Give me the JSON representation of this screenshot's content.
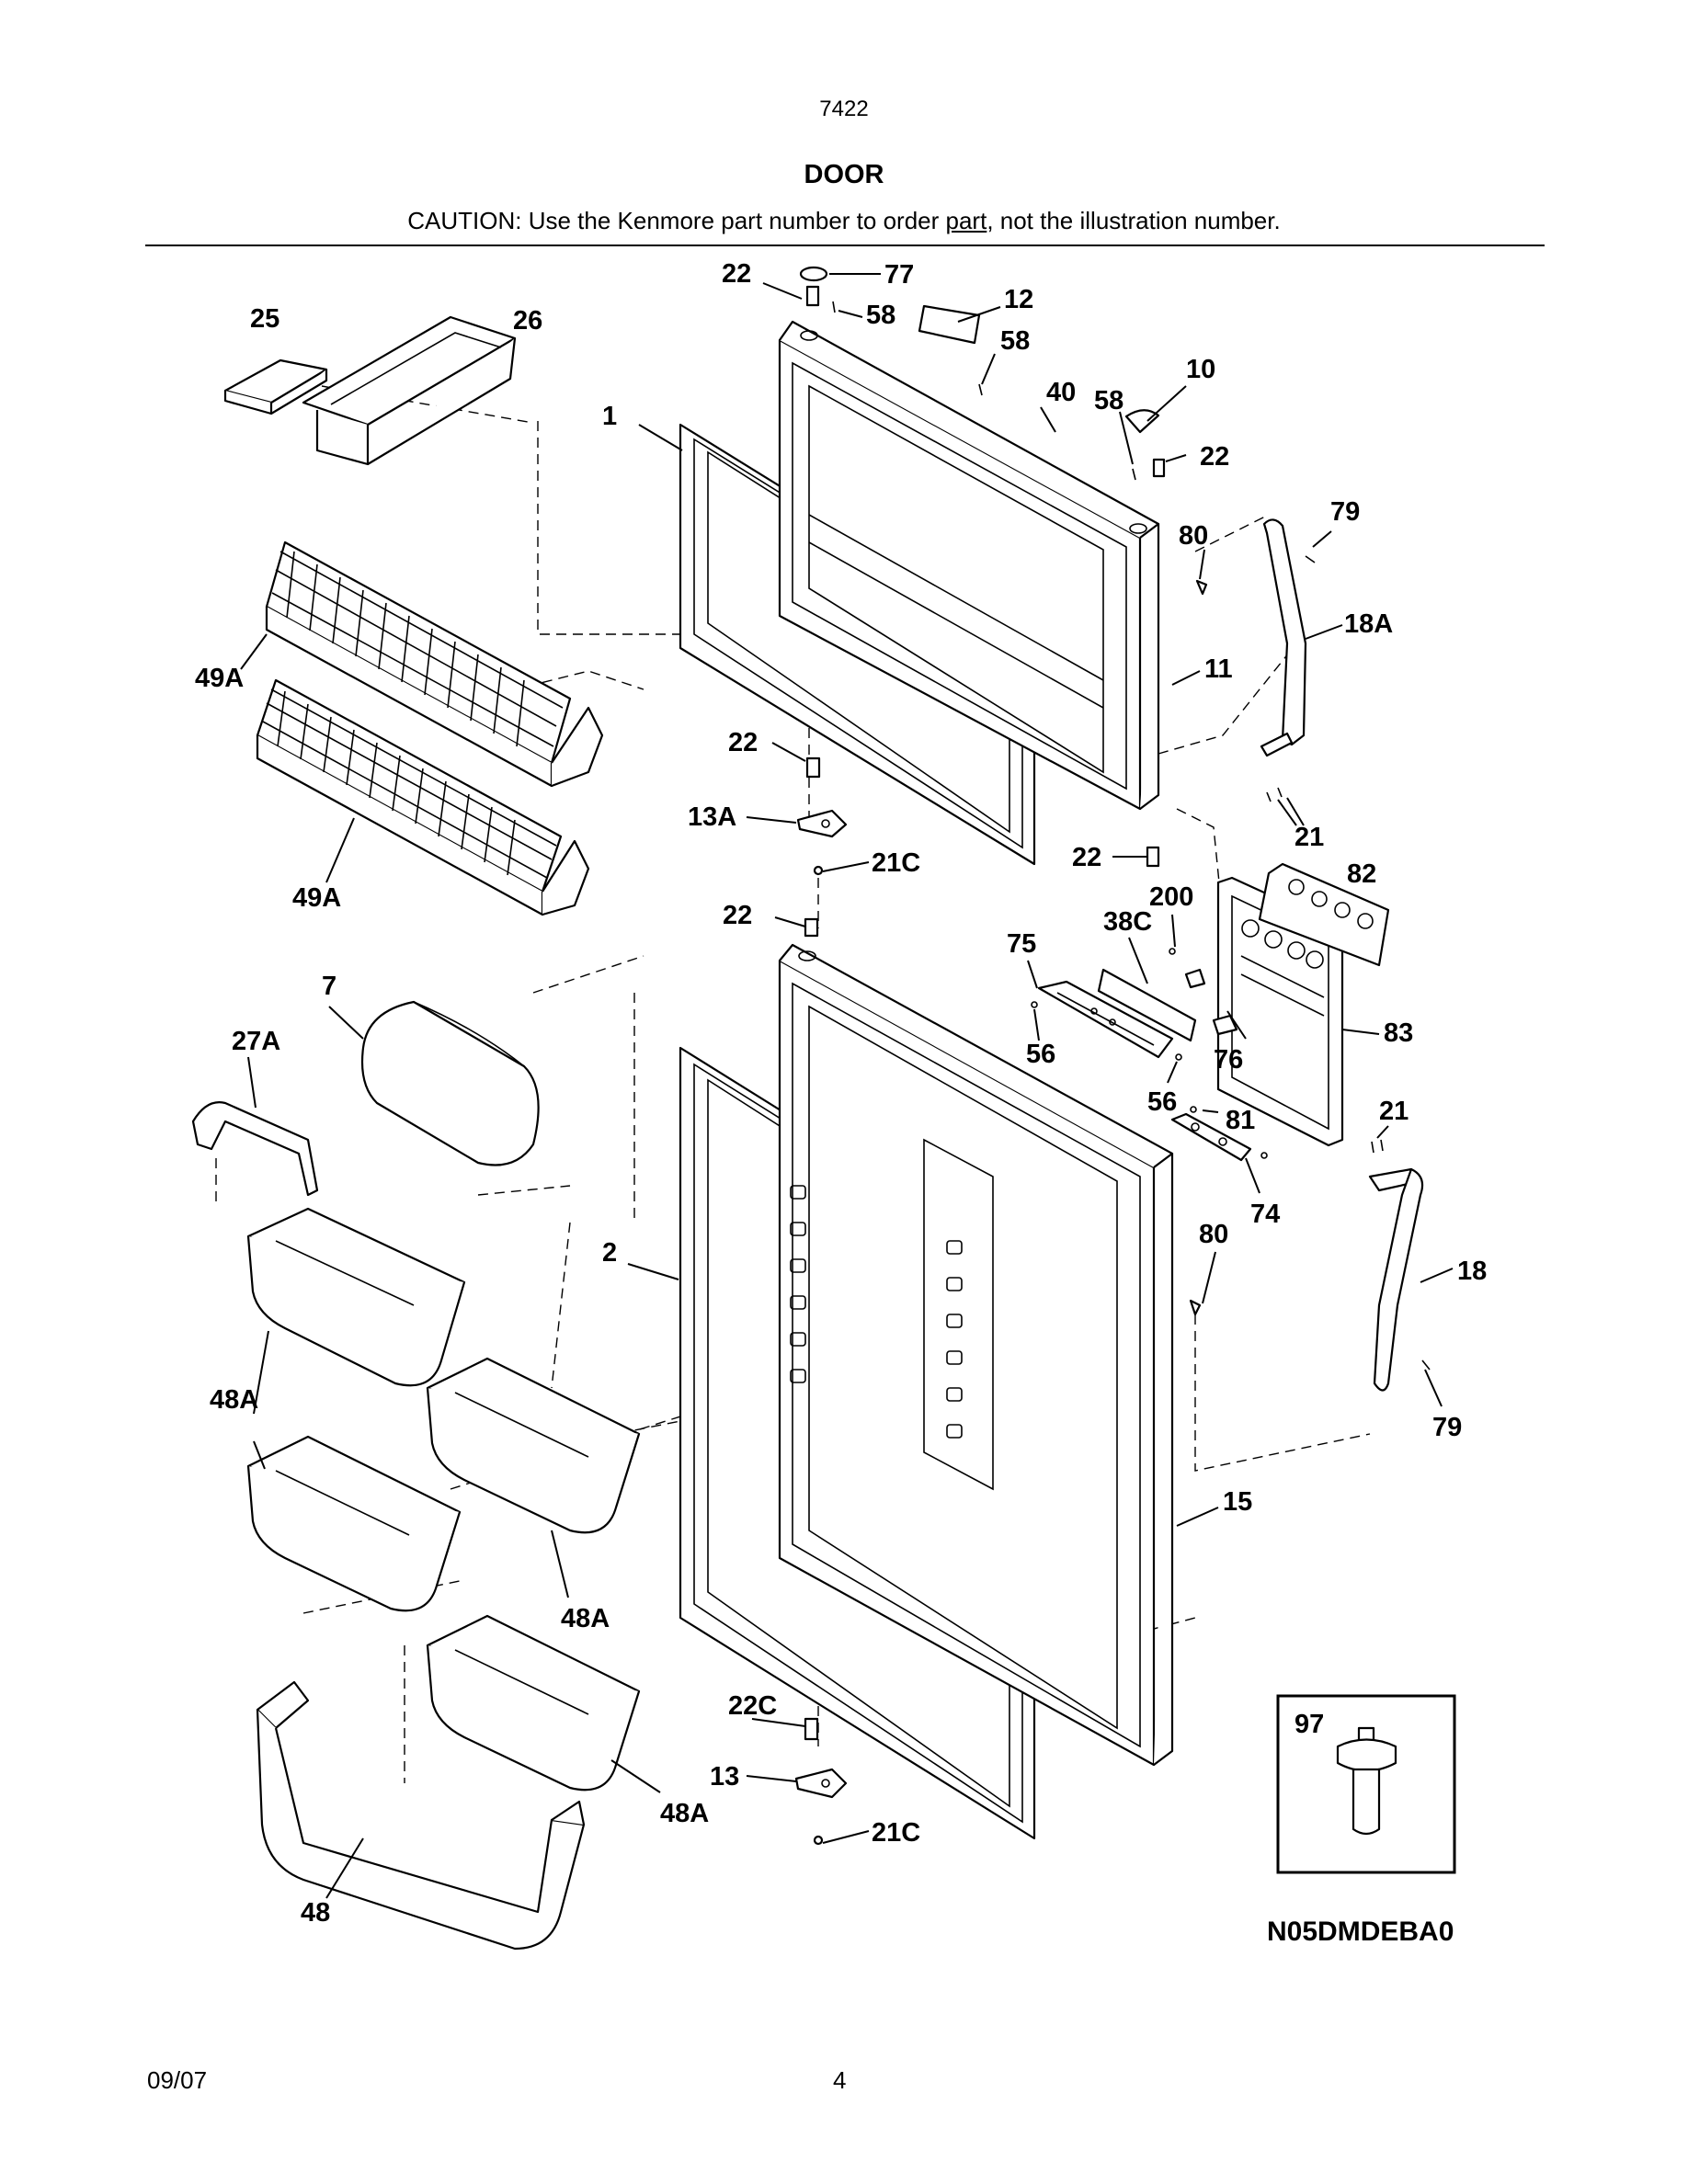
{
  "header": {
    "model": "7422",
    "title": "DOOR",
    "caution_before": "CAUTION: Use the Kenmore part number to order ",
    "caution_underlined": "part",
    "caution_after": ", not the illustration number."
  },
  "callouts": {
    "c1": "1",
    "c2": "2",
    "c7": "7",
    "c10": "10",
    "c11": "11",
    "c12": "12",
    "c13": "13",
    "c13a": "13A",
    "c15": "15",
    "c18": "18",
    "c18a": "18A",
    "c21a": "21",
    "c21b": "21",
    "c21c_top": "21C",
    "c21c_bottom": "21C",
    "c22_top": "22",
    "c22_right": "22",
    "c22_mid": "22",
    "c22_lower_right": "22",
    "c22_fridge": "22",
    "c22c": "22C",
    "c25": "25",
    "c26": "26",
    "c27a": "27A",
    "c38c": "38C",
    "c40": "40",
    "c48": "48",
    "c48a_left": "48A",
    "c48a_mid": "48A",
    "c48a_bottom": "48A",
    "c49a_top": "49A",
    "c49a_bottom": "49A",
    "c56_left": "56",
    "c56_right": "56",
    "c58_a": "58",
    "c58_b": "58",
    "c58_c": "58",
    "c74": "74",
    "c75": "75",
    "c76": "76",
    "c77": "77",
    "c79_top": "79",
    "c79_bottom": "79",
    "c80_top": "80",
    "c80_bottom": "80",
    "c81": "81",
    "c82": "82",
    "c83": "83",
    "c97": "97",
    "c200": "200"
  },
  "diagram_code": "N05DMDEBA0",
  "footer": {
    "date": "09/07",
    "page": "4"
  }
}
